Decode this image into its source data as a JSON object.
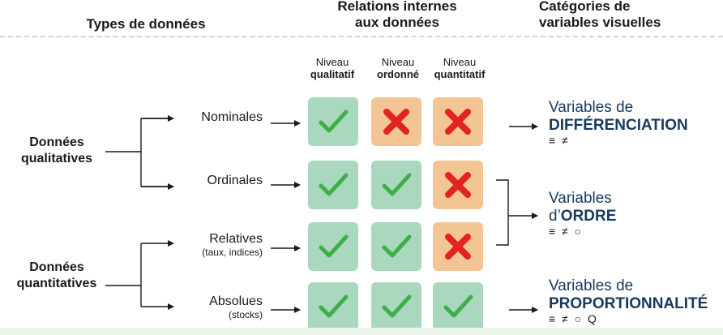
{
  "headers": {
    "types": "Types de données",
    "relations_line1": "Relations internes",
    "relations_line2": "aux données",
    "categories_line1": "Catégories de",
    "categories_line2": "variables visuelles"
  },
  "levels": [
    {
      "line1": "Niveau",
      "line2": "qualitatif"
    },
    {
      "line1": "Niveau",
      "line2": "ordonné"
    },
    {
      "line1": "Niveau",
      "line2": "quantitatif"
    }
  ],
  "groups": [
    {
      "line1": "Données",
      "line2": "qualitatives"
    },
    {
      "line1": "Données",
      "line2": "quantitatives"
    }
  ],
  "rows": [
    {
      "label": "Nominales",
      "sub": "",
      "cells": [
        "check",
        "cross",
        "cross"
      ]
    },
    {
      "label": "Ordinales",
      "sub": "",
      "cells": [
        "check",
        "check",
        "cross"
      ]
    },
    {
      "label": "Relatives",
      "sub": "(taux, indices)",
      "cells": [
        "check",
        "check",
        "cross"
      ]
    },
    {
      "label": "Absolues",
      "sub": "(stocks)",
      "cells": [
        "check",
        "check",
        "check"
      ]
    }
  ],
  "categories": [
    {
      "line1": "Variables de",
      "prefix": "",
      "bold": "DIFFÉRENCIATION",
      "symbols": "≡ ≠"
    },
    {
      "line1": "Variables",
      "prefix": "d’",
      "bold": "ORDRE",
      "symbols": "≡ ≠ ○"
    },
    {
      "line1": "Variables de",
      "prefix": "",
      "bold": "PROPORTIONNALITÉ",
      "symbols": "≡ ≠ ○ Q"
    }
  ],
  "colors": {
    "check_bg": "#a9d8bf",
    "cross_bg": "#f3c594",
    "check_mark": "#3fae49",
    "cross_mark": "#e3231d",
    "category_text": "#173a5e"
  }
}
